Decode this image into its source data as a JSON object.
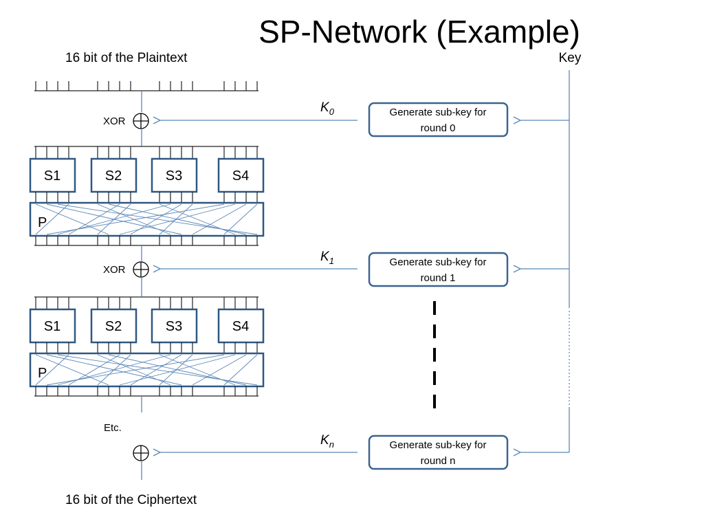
{
  "title": "SP-Network (Example)",
  "plaintext_label": "16 bit of the Plaintext",
  "ciphertext_label": "16 bit of the Ciphertext",
  "key_label": "Key",
  "xor_label": "XOR",
  "etc_label": "Etc.",
  "sboxes": [
    "S1",
    "S2",
    "S3",
    "S4"
  ],
  "pbox_label": "P",
  "subkeys": [
    {
      "symbol": "K",
      "index": "0",
      "line1": "Generate sub-key for",
      "line2": "round 0"
    },
    {
      "symbol": "K",
      "index": "1",
      "line1": "Generate sub-key for",
      "line2": "round 1"
    },
    {
      "symbol": "K",
      "index": "n",
      "line1": "Generate sub-key for",
      "line2": "round n"
    }
  ],
  "colors": {
    "accent": "#4a76a8",
    "box": "#3a6390",
    "line": "#5b87b8"
  }
}
